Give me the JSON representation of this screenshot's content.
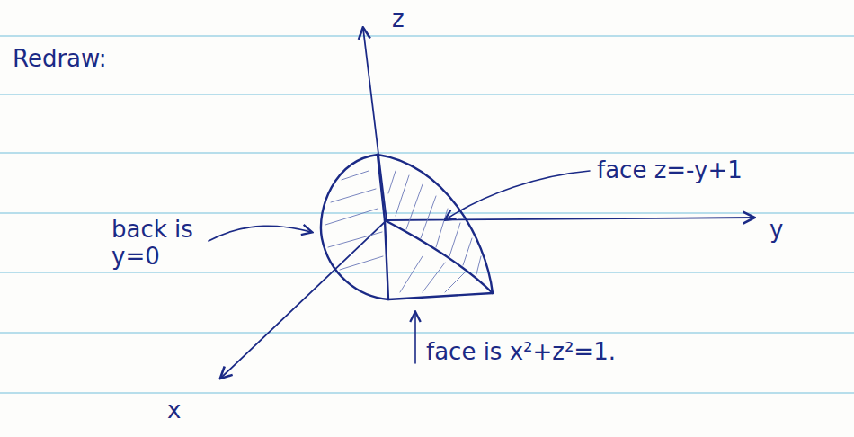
{
  "diagram": {
    "labels": [
      "Redraw:",
      "z",
      "face z=-y+1",
      "y",
      "back is y=0",
      "x",
      "face is x²+z²=1."
    ]
  }
}
